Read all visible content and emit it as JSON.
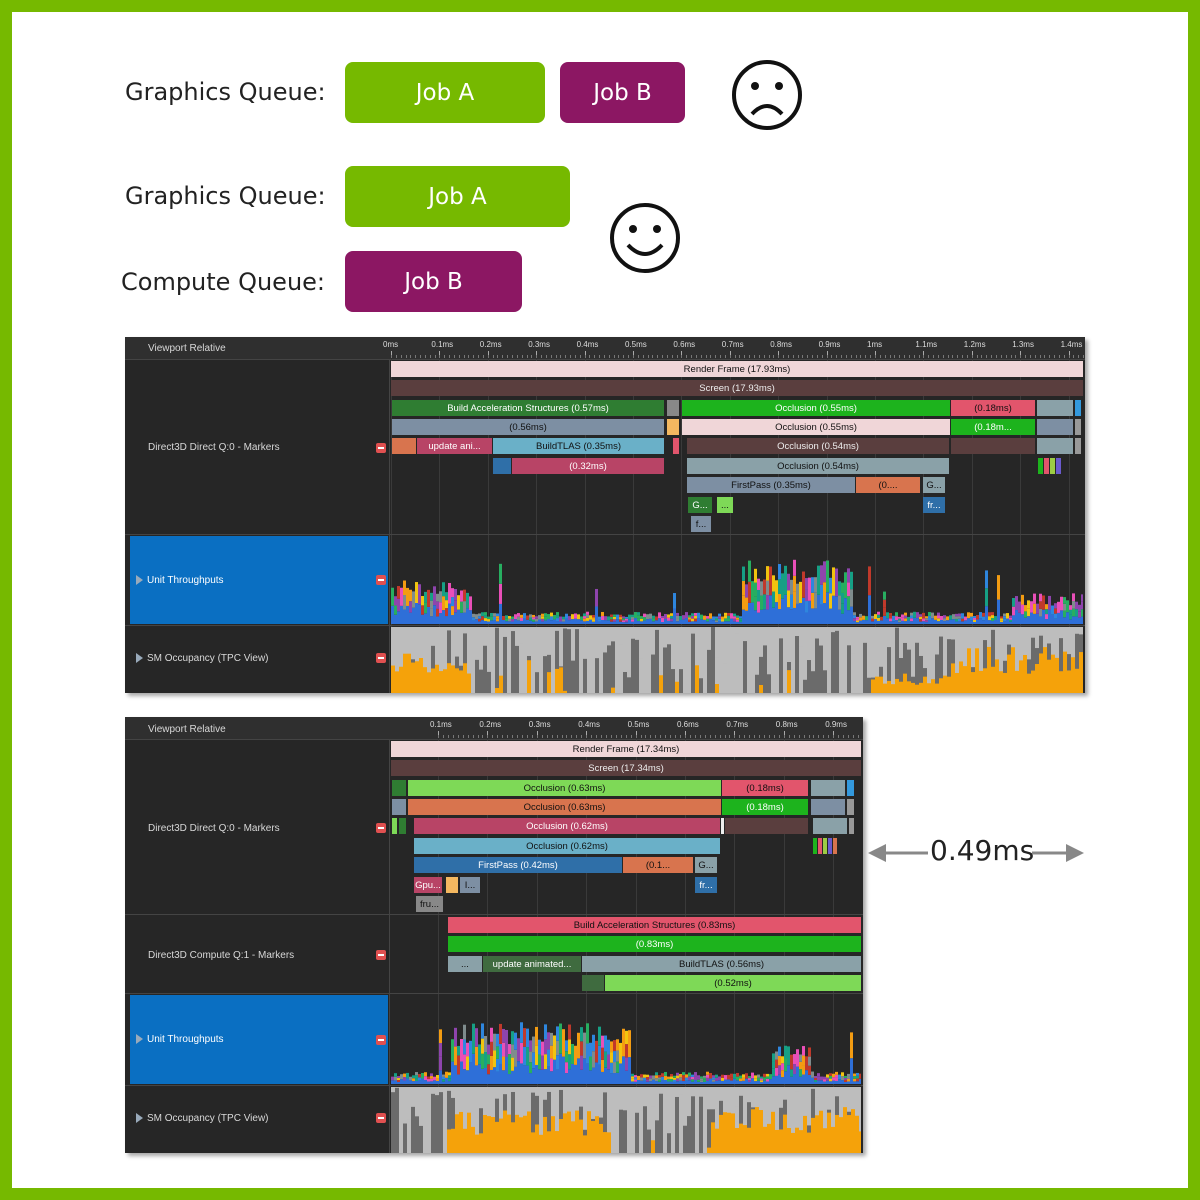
{
  "top": {
    "row1_label": "Graphics Queue:",
    "row2_label": "Graphics Queue:",
    "row3_label": "Compute Queue:",
    "job_a": "Job A",
    "job_b": "Job B",
    "colors": {
      "job_a": "#76b900",
      "job_b": "#8c1763",
      "frame": "#76b900"
    },
    "faces": {
      "sad": "sad-face",
      "happy": "happy-face"
    }
  },
  "panel1": {
    "header": "Viewport Relative",
    "ticks": [
      "0ms",
      "0.1ms",
      "0.2ms",
      "0.3ms",
      "0.4ms",
      "0.5ms",
      "0.6ms",
      "0.7ms",
      "0.8ms",
      "0.9ms",
      "1ms",
      "1.1ms",
      "1.2ms",
      "1.3ms",
      "1.4ms"
    ],
    "rows": {
      "markers": "Direct3D Direct Q:0 - Markers",
      "throughput": "Unit Throughputs",
      "occupancy": "SM Occupancy (TPC View)"
    },
    "bars": {
      "render_frame": "Render Frame (17.93ms)",
      "screen": "Screen (17.93ms)",
      "build_as": "Build Acceleration Structures (0.57ms)",
      "occ1": "Occlusion (0.55ms)",
      "r1_tail": "(0.18ms)",
      "b056": "(0.56ms)",
      "occ2": "Occlusion (0.55ms)",
      "r2_tail": "(0.18m...",
      "update": "update ani...",
      "buildtlas": "BuildTLAS (0.35ms)",
      "occ3": "Occlusion (0.54ms)",
      "b032": "(0.32ms)",
      "occ4": "Occlusion (0.54ms)",
      "firstpass": "FirstPass (0.35ms)",
      "fp_tail": "(0....",
      "g1": "G...",
      "g2": "G...",
      "dots": "...",
      "fr": "fr...",
      "f": "f..."
    }
  },
  "panel2": {
    "header": "Viewport Relative",
    "ticks": [
      "0.1ms",
      "0.2ms",
      "0.3ms",
      "0.4ms",
      "0.5ms",
      "0.6ms",
      "0.7ms",
      "0.8ms",
      "0.9ms"
    ],
    "rows": {
      "markers": "Direct3D Direct Q:0 - Markers",
      "compute": "Direct3D Compute Q:1 - Markers",
      "throughput": "Unit Throughputs",
      "occupancy": "SM Occupancy (TPC View)"
    },
    "bars": {
      "render_frame": "Render Frame (17.34ms)",
      "screen": "Screen (17.34ms)",
      "occ1": "Occlusion (0.63ms)",
      "r1_tail": "(0.18ms)",
      "occ2": "Occlusion (0.63ms)",
      "r2_tail": "(0.18ms)",
      "occ3": "Occlusion (0.62ms)",
      "occ4": "Occlusion (0.62ms)",
      "firstpass": "FirstPass (0.42ms)",
      "fp_tail": "(0.1...",
      "g": "G...",
      "gpu": "Gpu...",
      "i": "I...",
      "fr": "fr...",
      "fru": "fru...",
      "build_as": "Build Acceleration Structures (0.83ms)",
      "b083": "(0.83ms)",
      "dots": "...",
      "update": "update animated...",
      "buildtlas": "BuildTLAS (0.56ms)",
      "b052": "(0.52ms)"
    }
  },
  "annotation": {
    "gain": "0.49ms"
  }
}
